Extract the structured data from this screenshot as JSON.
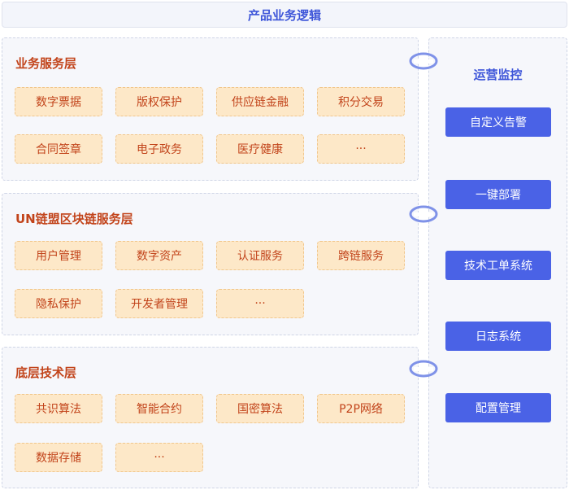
{
  "title": "产品业务逻辑",
  "layers": [
    {
      "title": "业务服务层",
      "items": [
        "数字票据",
        "版权保护",
        "供应链金融",
        "积分交易",
        "合同签章",
        "电子政务",
        "医疗健康",
        "···"
      ]
    },
    {
      "title": "UN链盟区块链服务层",
      "items": [
        "用户管理",
        "数字资产",
        "认证服务",
        "跨链服务",
        "隐私保护",
        "开发者管理",
        "···"
      ]
    },
    {
      "title": "底层技术层",
      "items": [
        "共识算法",
        "智能合约",
        "国密算法",
        "P2P网络",
        "数据存储",
        "···"
      ]
    }
  ],
  "monitor": {
    "title": "运营监控",
    "items": [
      "自定义告警",
      "一键部署",
      "技术工单系统",
      "日志系统",
      "配置管理"
    ]
  },
  "colors": {
    "accent_blue": "#4a62e6",
    "layer_title": "#c2441b",
    "chip_fill": "#fde8c8",
    "chip_border": "#f0c68c",
    "link_icon": "#7f92e8"
  }
}
